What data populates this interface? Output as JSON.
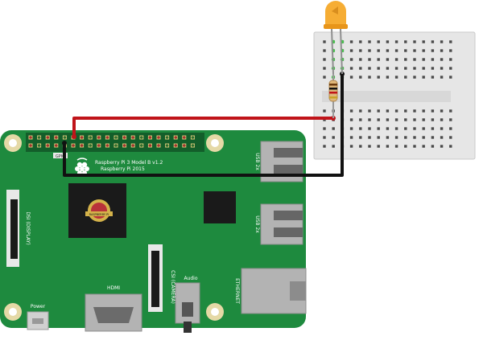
{
  "board": {
    "model_line": "Raspberry Pi 3 Model B v1.2",
    "copyright_line": "Raspberry Pi 2015",
    "gpio_tag": "GPIO",
    "soc_label": "RASPBERRY PI",
    "board_color": "#1e8a3e",
    "ports": {
      "usb_top": "USB 2x",
      "usb_bottom": "USB 2x",
      "ethernet": "ETHERNET",
      "hdmi": "HDMI",
      "audio": "Audio",
      "power": "Power",
      "dsi": "DSI (DISPLAY)",
      "csi": "CSI (CAMERA)"
    }
  },
  "circuit": {
    "led_color": "#f5a623",
    "wire_red": "#c0141a",
    "wire_black": "#111111",
    "resistor_icon": "resistor-icon",
    "led_icon": "led-icon"
  }
}
